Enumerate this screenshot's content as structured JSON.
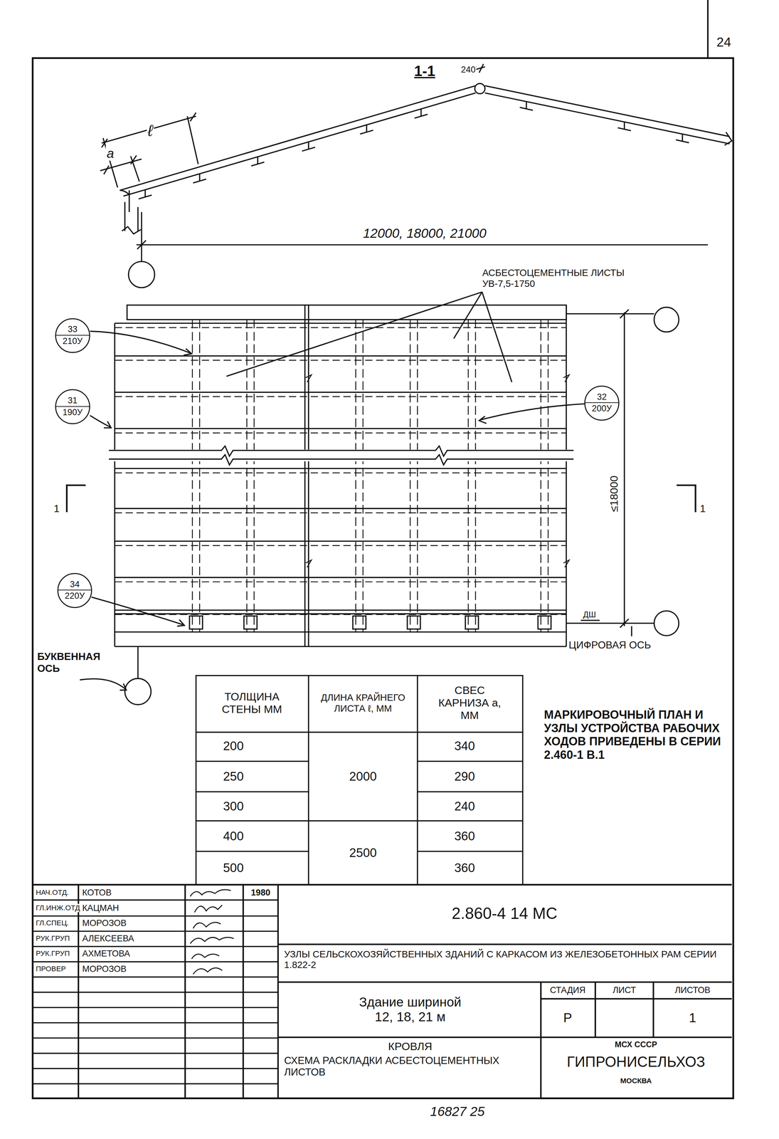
{
  "diagram": {
    "nodes": [
      {
        "text": [
          "33",
          "210У"
        ]
      },
      {
        "text": [
          "31",
          "190У"
        ]
      },
      {
        "text": [
          "32",
          "200У"
        ]
      },
      {
        "text": [
          "34",
          "220У"
        ]
      }
    ],
    "labels": [
      "24",
      "1-1",
      "ℓ",
      "a",
      "240",
      "12000, 18000, 21000",
      "АСБЕСТОЦЕМЕНТНЫЕ ЛИСТЫ УВ-7,5-1750",
      "≤18000",
      "ДШ",
      "ЦИФРОВАЯ ОСЬ",
      "БУКВЕННАЯ ОСЬ",
      "1",
      "1",
      "ТОЛЩИНА СТЕНЫ ММ",
      "ДЛИНА КРАЙНЕГО ЛИСТА ℓ, ММ",
      "СВЕС КАРНИЗА a, ММ",
      "200",
      "250",
      "300",
      "400",
      "500",
      "2000",
      "2500",
      "340",
      "290",
      "240",
      "360",
      "360",
      "МАРКИРОВОЧНЫЙ ПЛАН И УЗЛЫ УСТРОЙСТВА РАБОЧИХ ХОДОВ ПРИВЕДЕНЫ В СЕРИИ 2.460-1 В.1",
      "НАЧ.ОТД.",
      "КОТОВ",
      "1980",
      "ГЛ.ИНЖ.ОТД",
      "КАЦМАН",
      "ГЛ.СПЕЦ.",
      "МОРОЗОВ",
      "РУК.ГРУП",
      "АЛЕКСЕЕВА",
      "РУК.ГРУП",
      "АХМЕТОВА",
      "ПРОВЕР",
      "МОРОЗОВ",
      "2.860-4 14 МС",
      "УЗЛЫ СЕЛЬСКОХОЗЯЙСТВЕННЫХ ЗДАНИЙ С КАРКАСОМ ИЗ ЖЕЛЕЗОБЕТОННЫХ РАМ СЕРИИ 1.822-2",
      "Здание шириной 12, 18, 21 м",
      "СТАДИЯ",
      "ЛИСТ",
      "ЛИСТОВ",
      "Р",
      "1",
      "КРОВЛЯ",
      "СХЕМА РАСКЛАДКИ АСБЕСТОЦЕМЕНТНЫХ ЛИСТОВ",
      "МСХ СССР",
      "ГИПРОНИСЕЛЬХОЗ",
      "МОСКВА",
      "16827 25"
    ]
  }
}
